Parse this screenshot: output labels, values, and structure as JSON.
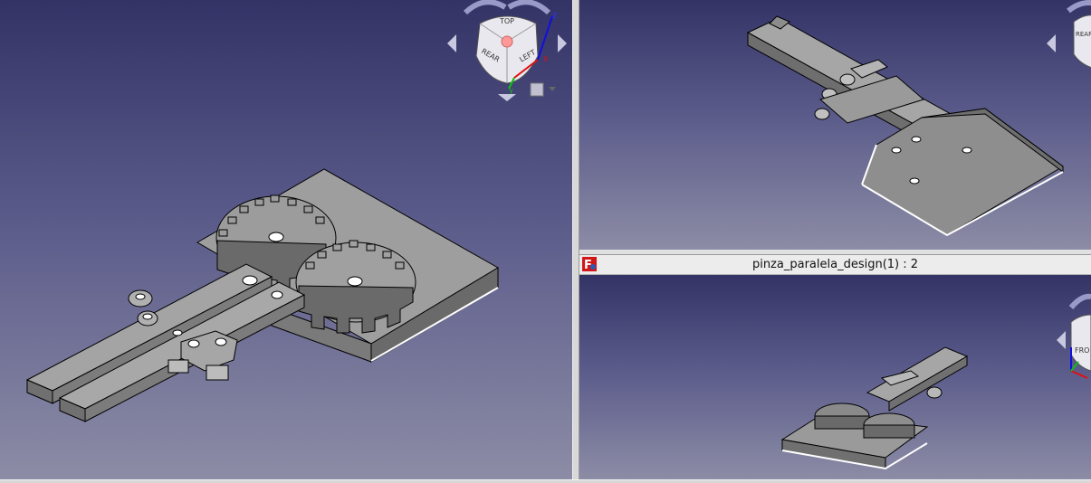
{
  "app": {
    "subwindow_title": "pinza_paralela_design(1) : 2",
    "app_icon": "freecad-icon"
  },
  "navcube_left": {
    "faces": {
      "top": "TOP",
      "rear": "REAR",
      "left": "LEFT"
    },
    "axes": {
      "x": "X",
      "y": "Y",
      "z": "Z"
    }
  },
  "navcube_top_right": {
    "faces": {
      "rear": "REAR"
    }
  },
  "navcube_bottom_right": {
    "faces": {
      "front": "FRO"
    }
  },
  "colors": {
    "bg_top": "#333366",
    "bg_bottom": "#8c8ca6",
    "model_face": "#9a9a9a",
    "model_edge": "#000000",
    "axis_x": "#e01010",
    "axis_y": "#10c010",
    "axis_z": "#1010e0"
  }
}
